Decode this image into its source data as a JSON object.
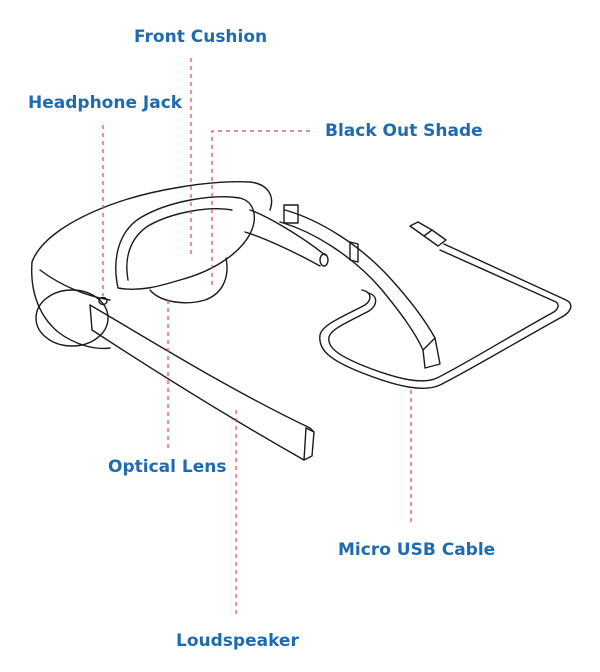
{
  "colors": {
    "label": "#1e6bb0",
    "leader": "#e0485a",
    "line": "#1a1a1a"
  },
  "labels": {
    "front_cushion": "Front Cushion",
    "headphone_jack": "Headphone Jack",
    "black_out_shade": "Black Out Shade",
    "optical_lens": "Optical Lens",
    "micro_usb_cable": "Micro USB Cable",
    "loudspeaker": "Loudspeaker"
  }
}
